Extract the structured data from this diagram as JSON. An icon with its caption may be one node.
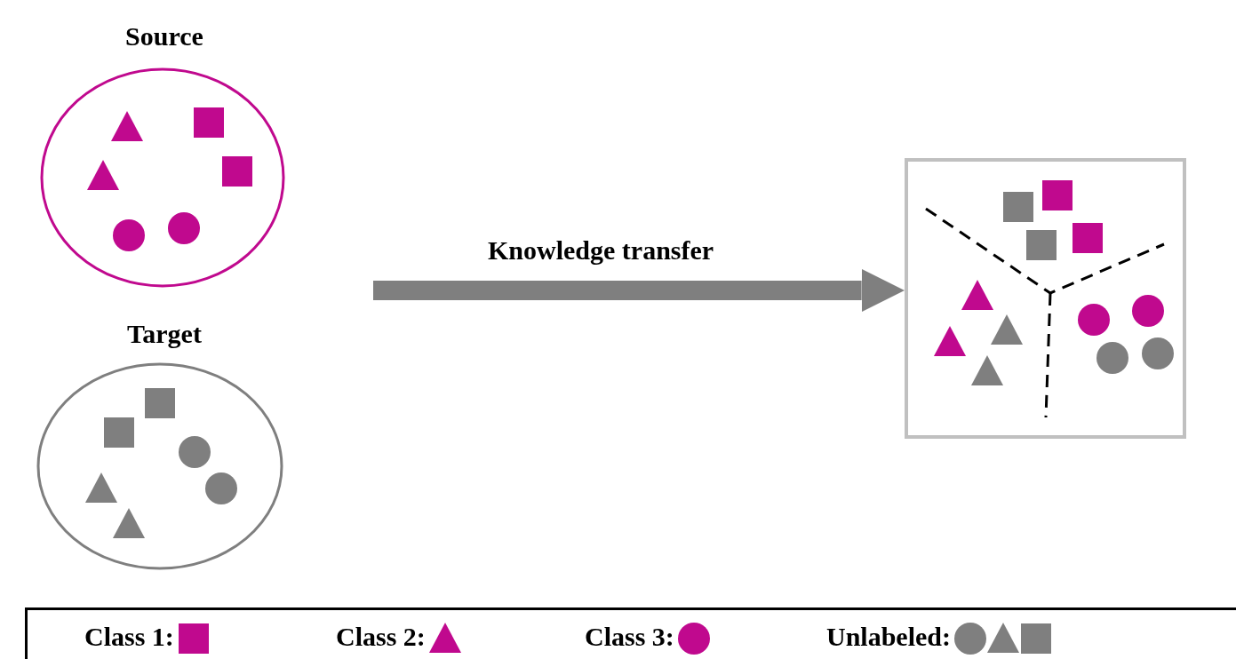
{
  "diagram": {
    "nodes": [
      {
        "text": [
          "Source"
        ]
      },
      {
        "text": [
          "Target"
        ]
      },
      {
        "text": [],
        "shape": "box"
      }
    ],
    "edges": [
      {
        "from": null,
        "to": 2,
        "arrow": "to",
        "label": "Knowledge transfer"
      }
    ],
    "legend": [
      {
        "text": "Class 1:"
      },
      {
        "text": "Class 2:"
      },
      {
        "text": "Class 3:"
      },
      {
        "text": "Unlabeled:"
      }
    ]
  }
}
